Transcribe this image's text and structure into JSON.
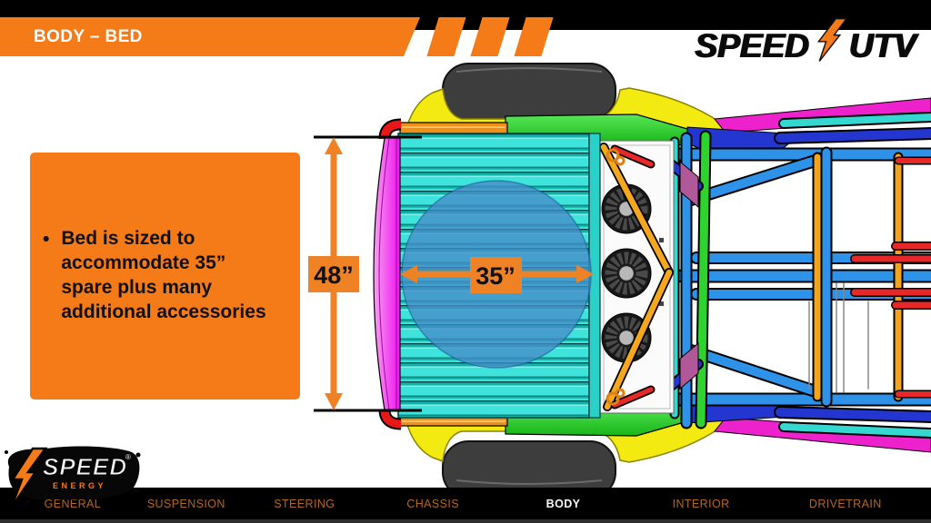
{
  "header": {
    "title": "BODY – BED"
  },
  "brand": {
    "speed": "SPEED",
    "utv": "UTV",
    "bolt_icon": "lightning-bolt"
  },
  "content": {
    "bullet": "•",
    "text": "Bed is sized to accommodate 35” spare plus many additional accessories"
  },
  "diagram": {
    "bed_width_label": "48”",
    "spare_diameter_label": "35”",
    "description": "top view of UTV rear bed with 35-inch spare tire circle"
  },
  "footer_brand": {
    "speed": "SPEED",
    "energy": "ENERGY",
    "registered": "®",
    "bolt_icon": "lightning-bolt"
  },
  "nav": {
    "active": "BODY",
    "items": [
      {
        "label": "GENERAL",
        "active": false
      },
      {
        "label": "SUSPENSION",
        "active": false
      },
      {
        "label": "STEERING",
        "active": false
      },
      {
        "label": "CHASSIS",
        "active": false
      },
      {
        "label": "BODY",
        "active": true
      },
      {
        "label": "INTERIOR",
        "active": false
      },
      {
        "label": "DRIVETRAIN",
        "active": false
      }
    ]
  },
  "colors": {
    "accent_orange": "#f57a18",
    "dimension_orange": "#ef8225",
    "bed_cyan": "#3ee4dc",
    "spare_blue": "#468cc8",
    "tailgate_magenta": "#ee12ee",
    "chassis_blue": "#2e93e8",
    "nav_inactive": "#b5681f",
    "nav_active": "#ffffff"
  }
}
